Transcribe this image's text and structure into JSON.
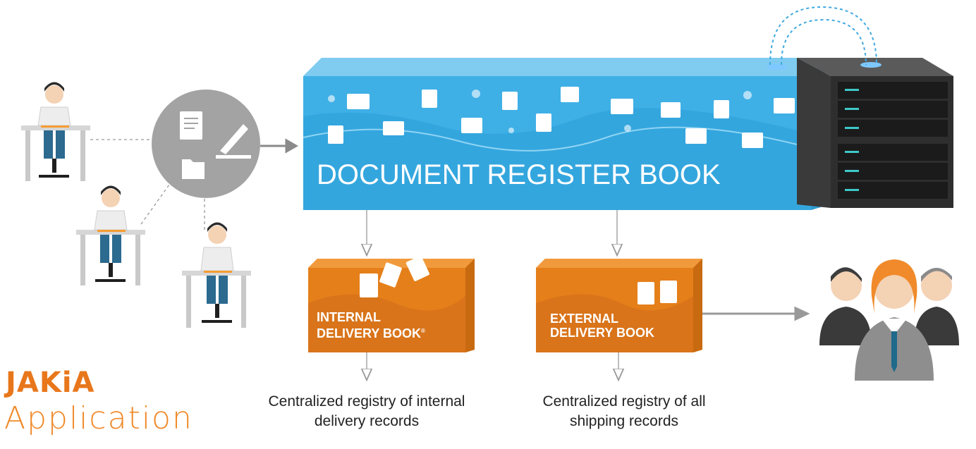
{
  "brand": {
    "name": "JAKiA",
    "sub": "Application"
  },
  "register": {
    "title": "DOCUMENT REGISTER BOOK"
  },
  "internal": {
    "line1": "INTERNAL",
    "line2": "DELIVERY BOOK",
    "mark": "®",
    "caption1": "Centralized registry of internal",
    "caption2": "delivery records"
  },
  "external": {
    "line1": "EXTERNAL",
    "line2": "DELIVERY BOOK",
    "caption1": "Centralized registry of all",
    "caption2": "shipping records"
  },
  "colors": {
    "blue": "#3fb0e6",
    "blue_top": "#7fccf0",
    "orange": "#e57f1a",
    "orange_dark": "#c86a10",
    "server": "#2e2e2e",
    "gray": "#a3a3a3"
  },
  "icons": [
    "worker-icon",
    "document-icon",
    "edit-icon",
    "folder-icon",
    "server-icon",
    "business-people-icon"
  ]
}
